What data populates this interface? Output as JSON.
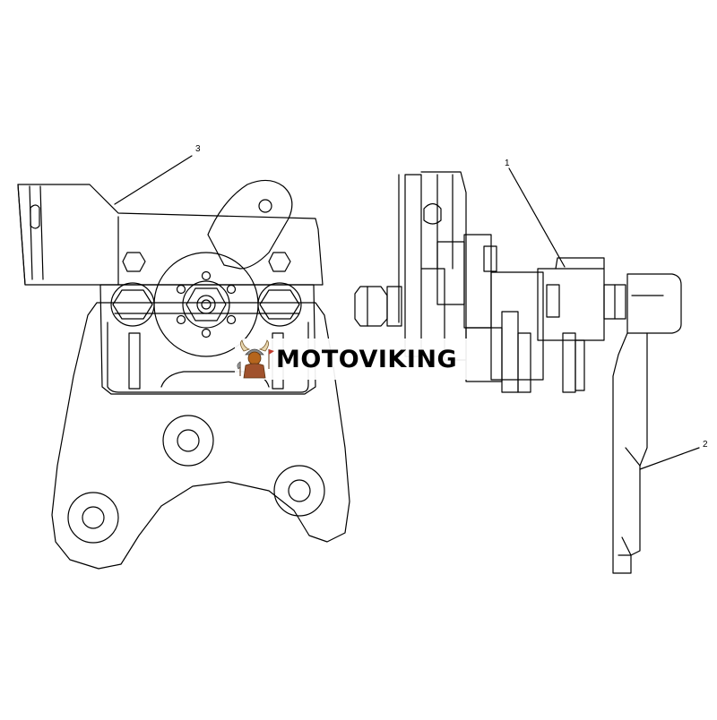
{
  "callouts": [
    {
      "id": "3",
      "label": "3"
    },
    {
      "id": "1",
      "label": "1"
    },
    {
      "id": "2",
      "label": "2"
    }
  ],
  "watermark": {
    "text": "MOTOVIKING",
    "logo_icon": "viking-mascot-icon"
  },
  "colors": {
    "line": "#000000",
    "background": "#ffffff",
    "logo_accent": "#c0392b",
    "logo_skin": "#b5651d"
  }
}
